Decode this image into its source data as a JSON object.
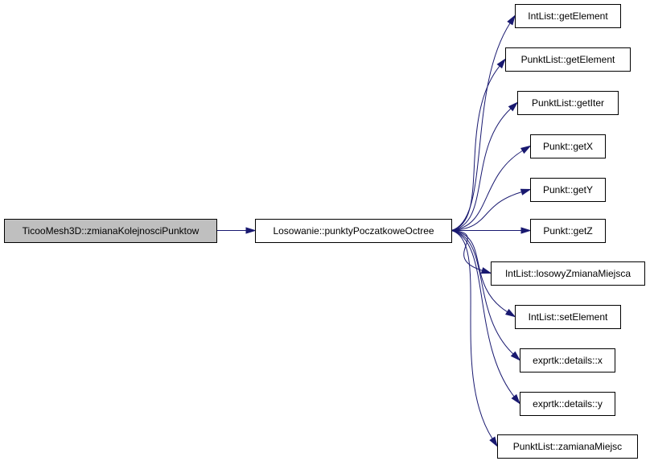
{
  "graph": {
    "root": {
      "id": "root",
      "label": "TicooMesh3D::zmianaKolejnosciPunktow",
      "highlighted": true
    },
    "hub": {
      "id": "hub",
      "label": "Losowanie::punktyPoczatkoweOctree"
    },
    "callees": [
      {
        "id": "c1",
        "label": "IntList::getElement"
      },
      {
        "id": "c2",
        "label": "PunktList::getElement"
      },
      {
        "id": "c3",
        "label": "PunktList::getIter"
      },
      {
        "id": "c4",
        "label": "Punkt::getX"
      },
      {
        "id": "c5",
        "label": "Punkt::getY"
      },
      {
        "id": "c6",
        "label": "Punkt::getZ"
      },
      {
        "id": "c7",
        "label": "IntList::losowyZmianaMiejsca"
      },
      {
        "id": "c8",
        "label": "IntList::setElement"
      },
      {
        "id": "c9",
        "label": "exprtk::details::x"
      },
      {
        "id": "c10",
        "label": "exprtk::details::y"
      },
      {
        "id": "c11",
        "label": "PunktList::zamianaMiejsc"
      }
    ],
    "edges": [
      {
        "from": "root",
        "to": "hub"
      },
      {
        "from": "hub",
        "to": "c1"
      },
      {
        "from": "hub",
        "to": "c2"
      },
      {
        "from": "hub",
        "to": "c3"
      },
      {
        "from": "hub",
        "to": "c4"
      },
      {
        "from": "hub",
        "to": "c5"
      },
      {
        "from": "hub",
        "to": "c6"
      },
      {
        "from": "hub",
        "to": "c7"
      },
      {
        "from": "hub",
        "to": "c8"
      },
      {
        "from": "hub",
        "to": "c9"
      },
      {
        "from": "hub",
        "to": "c10"
      },
      {
        "from": "hub",
        "to": "c11"
      }
    ],
    "colors": {
      "edge": "#191970",
      "root_fill": "#bfbfbf",
      "node_fill": "#ffffff",
      "border": "#000000"
    }
  }
}
